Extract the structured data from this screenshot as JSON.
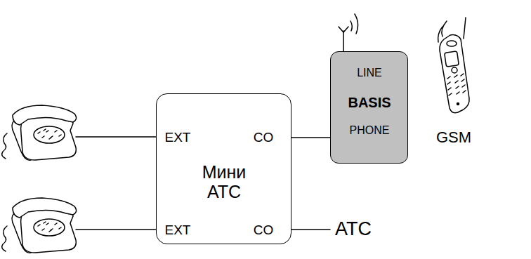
{
  "diagram": {
    "nodes": [
      {
        "text": [
          "EXT",
          "CO",
          "Мини АТС",
          "EXT",
          "CO"
        ]
      },
      {
        "text": [
          "LINE",
          "BASIS",
          "PHONE"
        ]
      }
    ],
    "edges": [
      {
        "from": 0,
        "to": 1,
        "arrow": "none"
      }
    ],
    "labels": [
      "GSM",
      "АТС"
    ]
  }
}
